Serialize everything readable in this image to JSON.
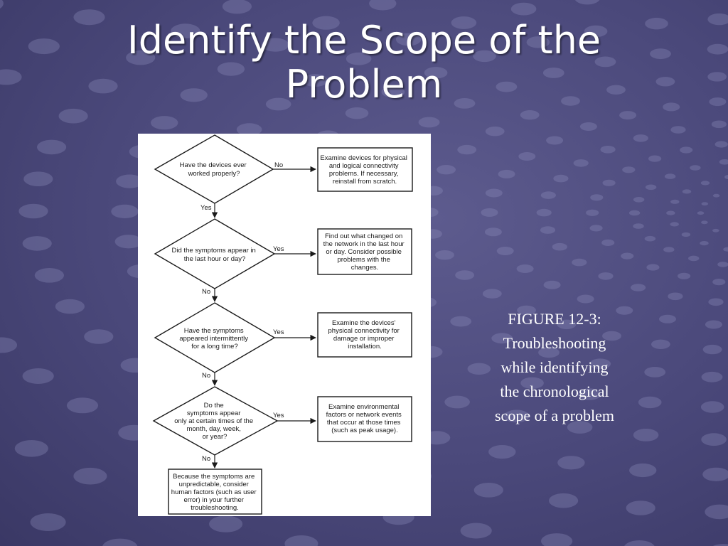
{
  "slide": {
    "title_line1": "Identify the Scope of the",
    "title_line2": "Problem",
    "caption_lines": [
      "FIGURE 12-3:",
      "Troubleshooting",
      "while identifying",
      "the chronological",
      "scope of a problem"
    ]
  },
  "flowchart": {
    "decisions": [
      {
        "lines": [
          "Have the devices ever",
          "worked properly?"
        ],
        "branch_label": "No",
        "exit_label": "Yes"
      },
      {
        "lines": [
          "Did the symptoms appear in",
          "the last hour or day?"
        ],
        "branch_label": "Yes",
        "exit_label": "No"
      },
      {
        "lines": [
          "Have the symptoms",
          "appeared intermittently",
          "for a long time?"
        ],
        "branch_label": "Yes",
        "exit_label": "No"
      },
      {
        "lines": [
          "Do the",
          "symptoms appear",
          "only at certain times of the",
          "month, day, week,",
          "or year?"
        ],
        "branch_label": "Yes",
        "exit_label": "No"
      }
    ],
    "actions": [
      {
        "lines": [
          "Examine devices for physical",
          "and logical connectivity",
          "problems.  If necessary,",
          "reinstall from scratch."
        ]
      },
      {
        "lines": [
          "Find out what changed on",
          "the network in the last hour",
          "or day.  Consider possible",
          "problems with the",
          "changes."
        ]
      },
      {
        "lines": [
          "Examine the devices'",
          "physical connectivity for",
          "damage or improper",
          "installation."
        ]
      },
      {
        "lines": [
          "Examine environmental",
          "factors or network events",
          "that occur at those times",
          "(such as peak usage)."
        ]
      }
    ],
    "final": {
      "lines": [
        "Because the symptoms are",
        "unpredictable, consider",
        "human factors (such as user",
        "error) in your further",
        "troubleshooting."
      ]
    }
  }
}
